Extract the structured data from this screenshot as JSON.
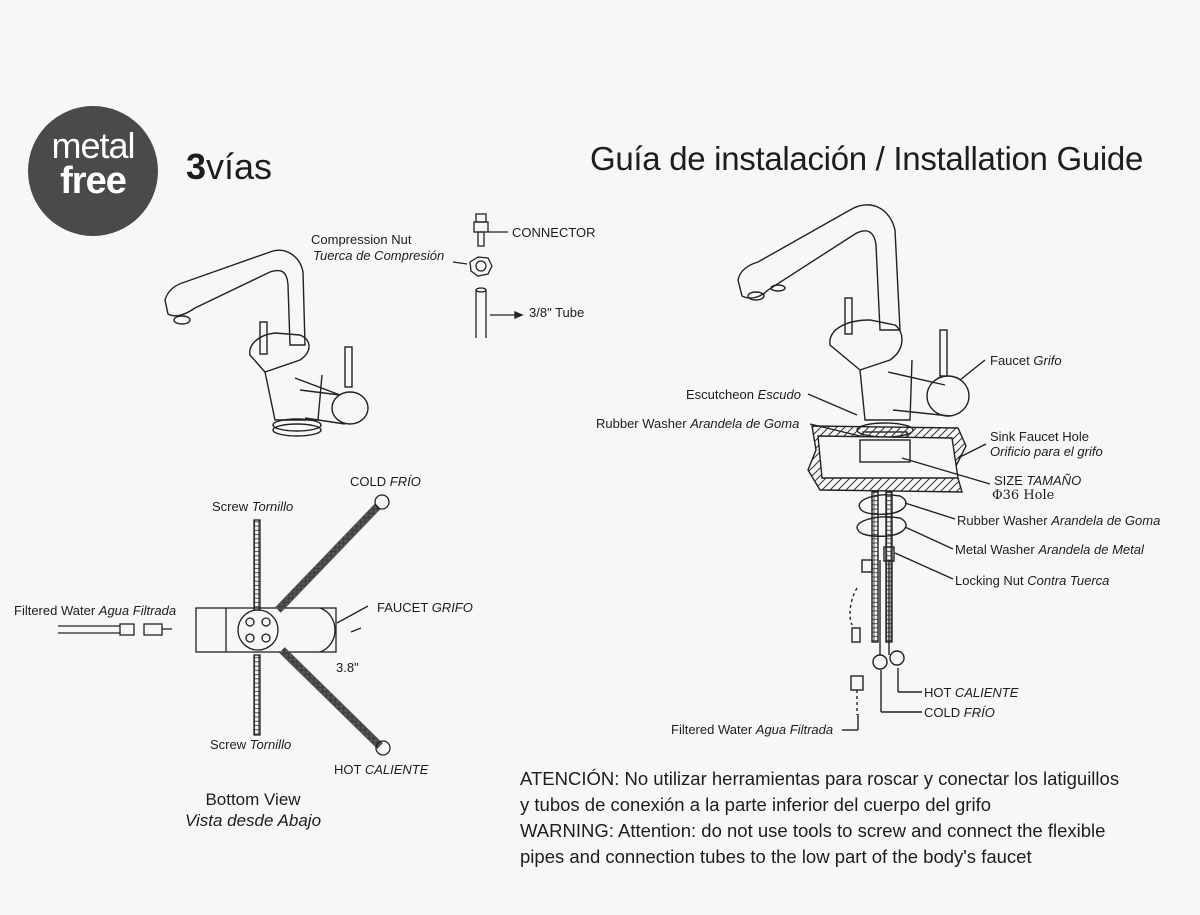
{
  "header": {
    "logo_line1": "metal",
    "logo_line2": "free",
    "brand_bold": "3",
    "brand_rest": "vías",
    "title": "Guía de instalación / Installation Guide"
  },
  "parts_top": {
    "compression_nut": "Compression Nut",
    "compression_nut_es": "Tuerca de Compresión",
    "connector": "CONNECTOR",
    "tube": "3/8\" Tube"
  },
  "bottom_view": {
    "cold_en": "COLD",
    "cold_es": "FRÍO",
    "screw_top_en": "Screw",
    "screw_top_es": "Tornillo",
    "filtered_en": "Filtered Water",
    "filtered_es": "Agua Filtrada",
    "faucet_en": "FAUCET",
    "faucet_es": "GRIFO",
    "dimension": "3.8\"",
    "screw_bottom_en": "Screw",
    "screw_bottom_es": "Tornillo",
    "hot_en": "HOT",
    "hot_es": "CALIENTE",
    "caption_en": "Bottom View",
    "caption_es": "Vista desde Abajo"
  },
  "install": {
    "faucet_en": "Faucet",
    "faucet_es": "Grifo",
    "escutcheon_en": "Escutcheon",
    "escutcheon_es": "Escudo",
    "rubber_top_en": "Rubber Washer",
    "rubber_top_es": "Arandela de Goma",
    "sink_hole_en": "Sink Faucet Hole",
    "sink_hole_es": "Orificio para el grifo",
    "size_en": "SIZE",
    "size_es": "TAMAÑO",
    "hole": "Φ36 Hole",
    "rubber_bottom_en": "Rubber Washer",
    "rubber_bottom_es": "Arandela de Goma",
    "metal_en": "Metal Washer",
    "metal_es": "Arandela de Metal",
    "locking_en": "Locking Nut",
    "locking_es": "Contra Tuerca",
    "hot_en": "HOT",
    "hot_es": "CALIENTE",
    "cold_en": "COLD",
    "cold_es": "FRÍO",
    "filtered_en": "Filtered Water",
    "filtered_es": "Agua Filtrada"
  },
  "warning": {
    "es_line1": "ATENCIÓN: No utilizar herramientas para roscar y conectar los latiguillos",
    "es_line2": "y tubos de conexión a la parte inferior del cuerpo del grifo",
    "en_line1": "WARNING: Attention: do not use tools to screw and connect the flexible",
    "en_line2": "pipes and connection tubes to the low part of the body's faucet"
  }
}
